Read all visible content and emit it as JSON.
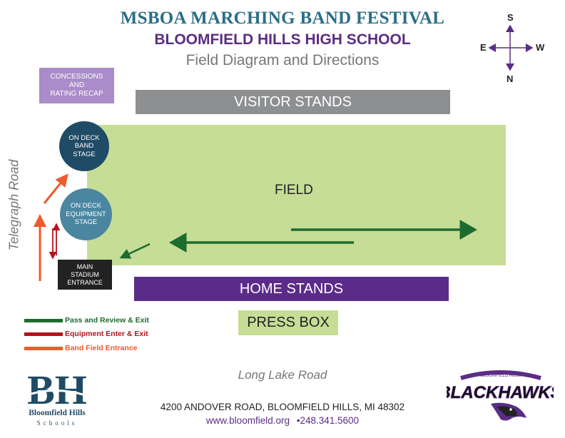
{
  "header": {
    "title": "MSBOA MARCHING BAND FESTIVAL",
    "school": "BLOOMFIELD HILLS HIGH SCHOOL",
    "subtitle": "Field Diagram and Directions"
  },
  "compass": {
    "north": "N",
    "south": "S",
    "east": "E",
    "west": "W"
  },
  "areas": {
    "concessions": [
      "CONCESSIONS",
      "AND",
      "RATING RECAP"
    ],
    "visitor_stands": "VISITOR STANDS",
    "field": "FIELD",
    "on_deck_band": [
      "ON DECK",
      "BAND",
      "STAGE"
    ],
    "on_deck_equipment": [
      "ON DECK",
      "EQUIPMENT",
      "STAGE"
    ],
    "main_entrance": [
      "MAIN",
      "STADIUM",
      "ENTRANCE"
    ],
    "home_stands": "HOME STANDS",
    "press_box": "PRESS BOX"
  },
  "roads": {
    "west": "Telegraph Road",
    "south": "Long Lake Road"
  },
  "legend": [
    {
      "label": "Pass and Review & Exit",
      "color": "#1e6b2e"
    },
    {
      "label": "Equipment Enter & Exit",
      "color": "#b3131b"
    },
    {
      "label": "Band Field Entrance",
      "color": "#ef5a2e"
    }
  ],
  "footer": {
    "address": "4200 ANDOVER ROAD, BLOOMFIELD HILLS, MI 48302",
    "website": "www.bloomfield.org",
    "phone": "•248.341.5600"
  },
  "logos": {
    "bh_mark": "BH",
    "bh_name": "Bloomfield Hills",
    "bh_sub": "Schools",
    "blackhawks": "BLACKHAWKS",
    "blackhawks_arc": "BLOOMFIELD HILLS"
  },
  "colors": {
    "title_teal": "#2b6e86",
    "purple": "#5b2d86",
    "field_green": "#c6dd96",
    "stands_gray": "#8e8f91"
  }
}
